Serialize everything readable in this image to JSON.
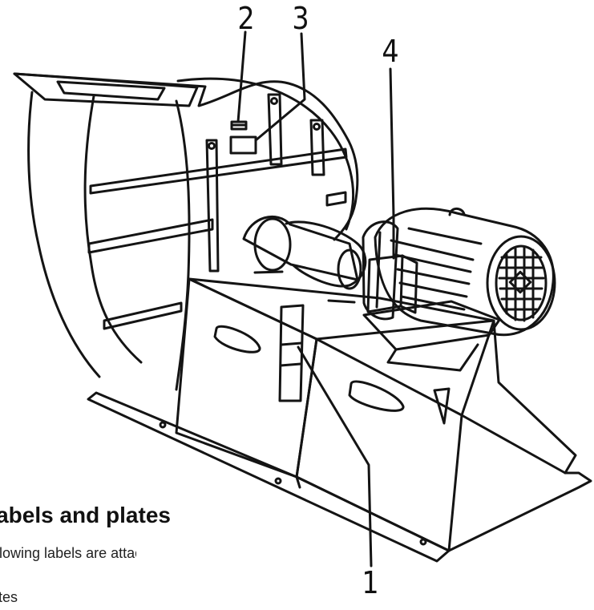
{
  "figure": {
    "callouts": [
      {
        "id": "2",
        "label": "2"
      },
      {
        "id": "3",
        "label": "3"
      },
      {
        "id": "4",
        "label": "4"
      },
      {
        "id": "1",
        "label": "1"
      }
    ]
  },
  "text": {
    "heading": "Labels and plates",
    "intro": "The following labels are attached to the fan:",
    "list_fragment": "Plates"
  }
}
